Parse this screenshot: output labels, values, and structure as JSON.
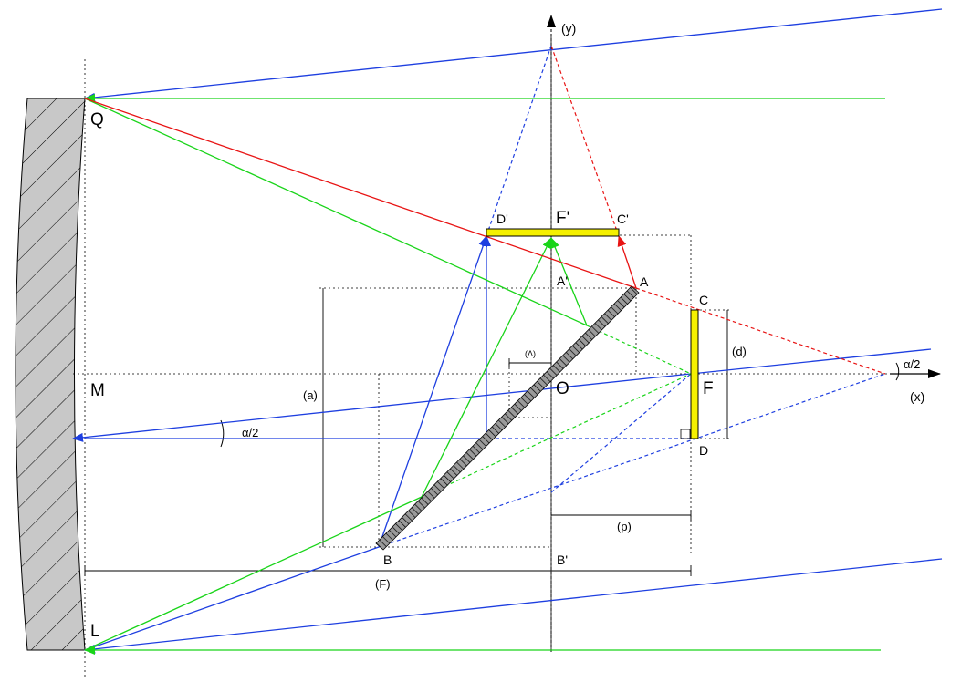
{
  "labels": {
    "Q": "Q",
    "M": "M",
    "L": "L",
    "O": "O",
    "F": "F",
    "F_prime": "F'",
    "A": "A",
    "A_prime": "A'",
    "B": "B",
    "B_prime": "B'",
    "C": "C",
    "C_prime": "C'",
    "D": "D",
    "D_prime": "D'",
    "y_axis": "(y)",
    "x_axis": "(x)",
    "a": "(a)",
    "d": "(d)",
    "p": "(p)",
    "F_dim": "(F)",
    "delta": "(Δ)",
    "alpha_right": "α/2",
    "alpha_left": "α/2"
  },
  "colors": {
    "blue": "#1e3fe0",
    "green": "#19d419",
    "red": "#e81414",
    "yellow": "#f5f000",
    "mirror_fill": "#c8c8c8"
  }
}
